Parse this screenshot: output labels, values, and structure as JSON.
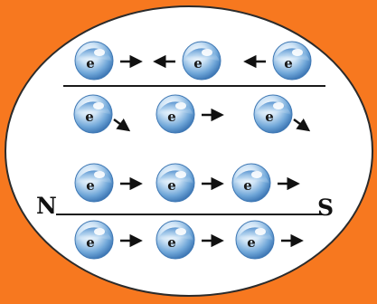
{
  "diagram": {
    "colors": {
      "background": "#f7781f",
      "ellipse_fill": "#ffffff",
      "ellipse_stroke": "#2b2b2b",
      "line": "#1a1a1a",
      "arrow": "#111111",
      "electron_light": "#eaf3fb",
      "electron_mid": "#8fbde4",
      "electron_dark": "#3a77b8",
      "label": "#111111"
    },
    "particle_label": "e",
    "poles": {
      "north": "N",
      "south": "S"
    },
    "rows": [
      {
        "name": "row-1",
        "arrows": [
          "right",
          "left",
          "left"
        ]
      },
      {
        "name": "row-2",
        "arrows": [
          "down-right",
          "right",
          "down-right"
        ]
      },
      {
        "name": "row-3",
        "arrows": [
          "right",
          "right",
          "right"
        ]
      },
      {
        "name": "row-4",
        "arrows": [
          "right",
          "right",
          "right"
        ]
      }
    ]
  }
}
